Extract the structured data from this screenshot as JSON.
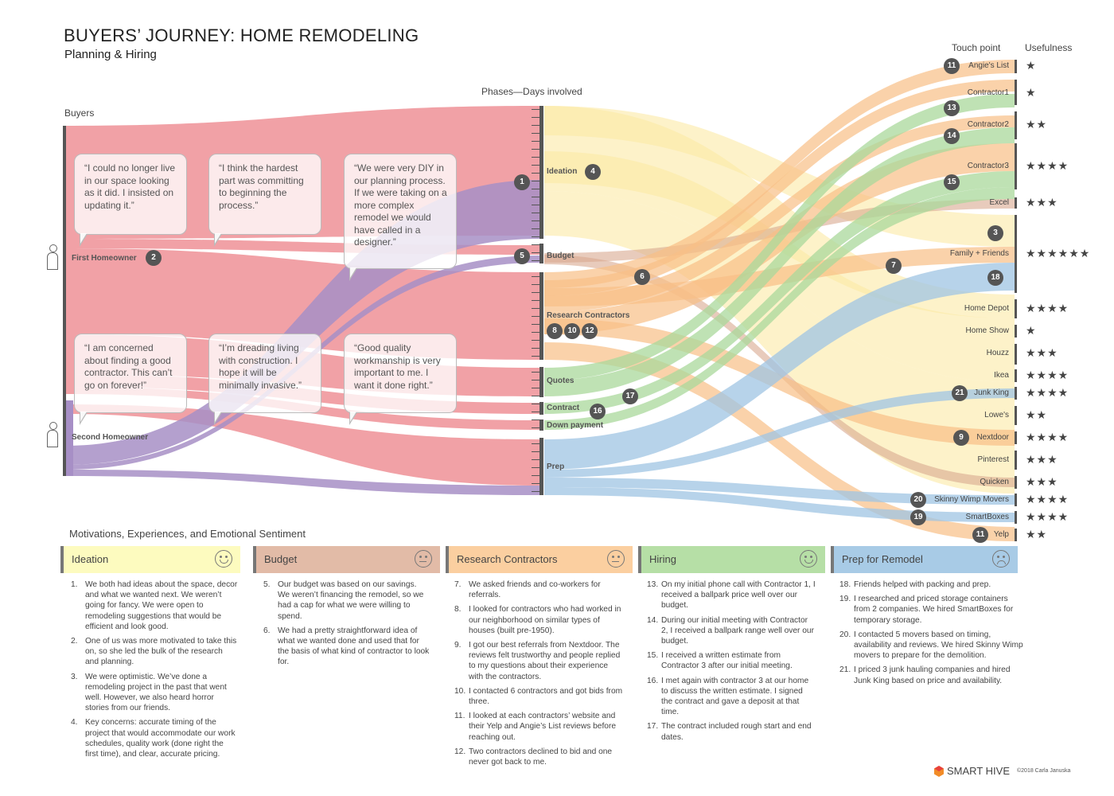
{
  "title": "BUYERS’ JOURNEY: HOME REMODELING",
  "subtitle": "Planning & Hiring",
  "headers": {
    "buyers": "Buyers",
    "phases": "Phases—Days involved",
    "touchpoint": "Touch point",
    "usefulness": "Usefulness",
    "motivations": "Motivations, Experiences, and Emotional Sentiment"
  },
  "colors": {
    "ideation": "#fbeaa5",
    "budget": "#d9a88f",
    "research": "#f8bf86",
    "quotes": "#a9d89b",
    "prep": "#9fc4e3",
    "first_homeowner": "#ee8a90",
    "second_homeowner": "#a78fc6",
    "bar": "#555555"
  },
  "buyers": [
    {
      "label": "First Homeowner",
      "badge": "2",
      "icon": "person-icon"
    },
    {
      "label": "Second Homeowner",
      "badge": "",
      "icon": "person-icon"
    }
  ],
  "phases": [
    {
      "label": "Ideation",
      "badges": [
        "4"
      ],
      "in_badge": "1"
    },
    {
      "label": "Budget",
      "badges": [],
      "in_badge": "5"
    },
    {
      "label": "Research Contractors",
      "badges": [
        "8",
        "10",
        "12"
      ]
    },
    {
      "label": "Quotes",
      "badges": []
    },
    {
      "label": "Contract",
      "badges": [
        "16"
      ]
    },
    {
      "label": "Down payment",
      "badges": []
    },
    {
      "label": "Prep",
      "badges": []
    }
  ],
  "flow_badges": [
    "6",
    "7",
    "17",
    "3",
    "18"
  ],
  "touchpoints": [
    {
      "label": "Angie's List",
      "badge": "11",
      "stars": "★"
    },
    {
      "label": "Contractor1",
      "badge": "13",
      "stars": "★"
    },
    {
      "label": "Contractor2",
      "badge": "14",
      "stars": "★★"
    },
    {
      "label": "Contractor3",
      "badge": "15",
      "stars": "★★★★"
    },
    {
      "label": "Excel",
      "badge": "",
      "stars": "★★★"
    },
    {
      "label": "Family + Friends",
      "badge": "",
      "stars": "★★★★★★"
    },
    {
      "label": "Home Depot",
      "badge": "",
      "stars": "★★★★"
    },
    {
      "label": "Home Show",
      "badge": "",
      "stars": "★"
    },
    {
      "label": "Houzz",
      "badge": "",
      "stars": "★★★"
    },
    {
      "label": "Ikea",
      "badge": "",
      "stars": "★★★★"
    },
    {
      "label": "Junk King",
      "badge": "21",
      "stars": "★★★★"
    },
    {
      "label": "Lowe's",
      "badge": "",
      "stars": "★★"
    },
    {
      "label": "Nextdoor",
      "badge": "9",
      "stars": "★★★★"
    },
    {
      "label": "Pinterest",
      "badge": "",
      "stars": "★★★"
    },
    {
      "label": "Quicken",
      "badge": "",
      "stars": "★★★"
    },
    {
      "label": "Skinny Wimp Movers",
      "badge": "20",
      "stars": "★★★★"
    },
    {
      "label": "SmartBoxes",
      "badge": "19",
      "stars": "★★★★"
    },
    {
      "label": "Yelp",
      "badge": "11",
      "stars": "★★"
    }
  ],
  "quotes": [
    "“I could no longer live in our space looking as it did. I insisted on updating it.”",
    "“I think the hardest part was committing to beginning the process.”",
    "“We were very DIY in our planning process. If we were taking on a more complex remodel we would have called in a designer.”",
    "“I am concerned about finding a good contractor. This can’t go on forever!”",
    "“I’m dreading living with construction. I hope it will be minimally invasive.”",
    "“Good quality workmanship is very important to me. I want it done right.”"
  ],
  "sections": [
    {
      "label": "Ideation",
      "sentiment": "happy",
      "color": "#fdfbbf",
      "notes": [
        {
          "num": "1.",
          "text": "We both had ideas about the space, decor and what we wanted next. We weren’t going for fancy. We were open to remodeling suggestions that would be efficient and look good."
        },
        {
          "num": "2.",
          "text": "One of us was more motivated to take this on, so she led the bulk of the research and planning."
        },
        {
          "num": "3.",
          "text": "We were optimistic. We’ve done a remodeling project in the past that went well. However, we also heard horror stories from our friends."
        },
        {
          "num": "4.",
          "text": "Key concerns: accurate timing of the project that would accommodate our work schedules, quality work (done right the first time), and clear, accurate pricing."
        }
      ]
    },
    {
      "label": "Budget",
      "sentiment": "neutral",
      "color": "#e2bba7",
      "notes": [
        {
          "num": "5.",
          "text": "Our budget was based on our savings. We weren’t financing the remodel, so we had a cap for what we were willing to spend."
        },
        {
          "num": "6.",
          "text": "We had a pretty straightforward idea of what we wanted done and used that for the basis of what kind of contractor to look for."
        }
      ]
    },
    {
      "label": "Research Contractors",
      "sentiment": "neutral",
      "color": "#fbcfa0",
      "notes": [
        {
          "num": "7.",
          "text": "We asked friends and co-workers for referrals."
        },
        {
          "num": "8.",
          "text": "I looked for contractors who had worked in our neighborhood on similar types of houses (built pre-1950)."
        },
        {
          "num": "9.",
          "text": "I got our best referrals from Nextdoor. The reviews felt trustworthy and people replied to my questions about their experience with the contractors."
        },
        {
          "num": "10.",
          "text": "I contacted 6 contractors and got bids from three."
        },
        {
          "num": "11.",
          "text": "I looked at each contractors’ website and their Yelp and Angie’s List reviews before reaching out."
        },
        {
          "num": "12.",
          "text": "Two contractors declined to bid and one never got back to me."
        }
      ]
    },
    {
      "label": "Hiring",
      "sentiment": "happy",
      "color": "#b6dfa6",
      "notes": [
        {
          "num": "13.",
          "text": "On my initial phone call with Contractor 1, I received a ballpark price well over our budget."
        },
        {
          "num": "14.",
          "text": "During our initial meeting with Contractor 2, I received a ballpark range well over our budget."
        },
        {
          "num": "15.",
          "text": "I received a written estimate from Contractor 3 after our initial meeting."
        },
        {
          "num": "16.",
          "text": "I met again with contractor 3 at our home to discuss the written estimate. I signed the contract and gave a deposit at that time."
        },
        {
          "num": "17.",
          "text": "The contract included rough start and end dates."
        }
      ]
    },
    {
      "label": "Prep for Remodel",
      "sentiment": "sad",
      "color": "#a8cbe6",
      "notes": [
        {
          "num": "18.",
          "text": "Friends helped with packing and prep."
        },
        {
          "num": "19.",
          "text": "I researched and priced storage containers from 2 companies. We hired SmartBoxes for temporary storage."
        },
        {
          "num": "20.",
          "text": "I contacted 5 movers based on timing, availability and reviews. We hired Skinny Wimp movers to prepare for the demolition."
        },
        {
          "num": "21.",
          "text": "I priced 3 junk hauling companies and hired Junk King based on price and availability."
        }
      ]
    }
  ],
  "brand": "SMART HIVE",
  "copyright": "©2018 Carla Januska"
}
